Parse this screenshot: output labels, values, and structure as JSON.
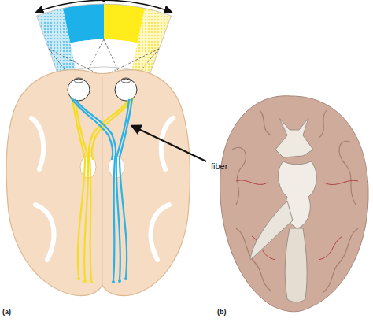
{
  "diagram": {
    "labels": [
      "fiber",
      "(a)",
      "(b)"
    ]
  }
}
